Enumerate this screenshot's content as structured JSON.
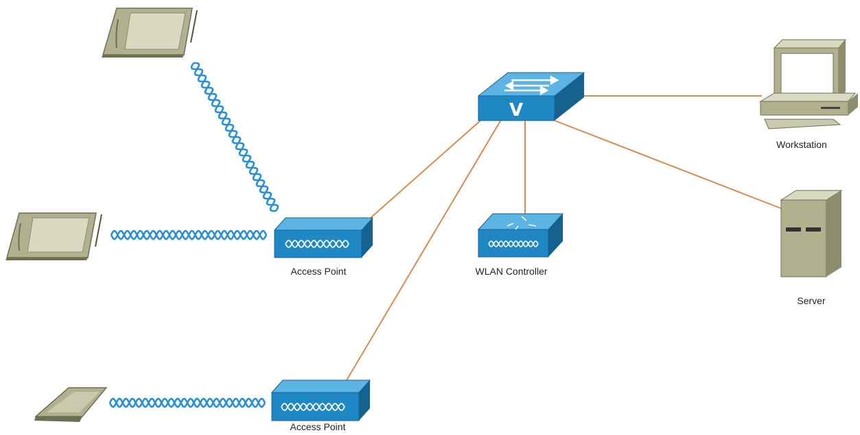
{
  "labels": {
    "access_point_1": "Access Point",
    "access_point_2": "Access Point",
    "wlan_controller": "WLAN Controller",
    "workstation": "Workstation",
    "server": "Server",
    "switch_mark": "V"
  },
  "colors": {
    "link": "#d98a4e",
    "wireless": "#2a8fd0",
    "device_blue": "#1f88c4",
    "device_blue_dark": "#15628f",
    "device_blue_light": "#5bb4e4",
    "tablet": "#b1b18f",
    "tablet_dark": "#6e6e54",
    "tablet_screen": "#d9d9c2"
  },
  "nodes": [
    {
      "id": "tablet-top",
      "type": "tablet",
      "icon": "tablet-icon"
    },
    {
      "id": "tablet-middle",
      "type": "tablet",
      "icon": "tablet-icon"
    },
    {
      "id": "pda-bottom",
      "type": "handheld",
      "icon": "handheld-icon"
    },
    {
      "id": "access-point-1",
      "type": "access-point",
      "icon": "access-point-icon"
    },
    {
      "id": "access-point-2",
      "type": "access-point",
      "icon": "access-point-icon"
    },
    {
      "id": "switch",
      "type": "switch",
      "icon": "switch-icon"
    },
    {
      "id": "wlan-controller",
      "type": "wlan-controller",
      "icon": "wlan-controller-icon"
    },
    {
      "id": "workstation",
      "type": "workstation",
      "icon": "workstation-icon"
    },
    {
      "id": "server",
      "type": "server",
      "icon": "server-icon"
    }
  ],
  "wired_links": [
    {
      "from": "switch",
      "to": "access-point-1"
    },
    {
      "from": "switch",
      "to": "access-point-2"
    },
    {
      "from": "switch",
      "to": "wlan-controller"
    },
    {
      "from": "switch",
      "to": "workstation"
    },
    {
      "from": "switch",
      "to": "server"
    }
  ],
  "wireless_links": [
    {
      "from": "tablet-top",
      "to": "access-point-1"
    },
    {
      "from": "tablet-middle",
      "to": "access-point-1"
    },
    {
      "from": "pda-bottom",
      "to": "access-point-2"
    }
  ]
}
